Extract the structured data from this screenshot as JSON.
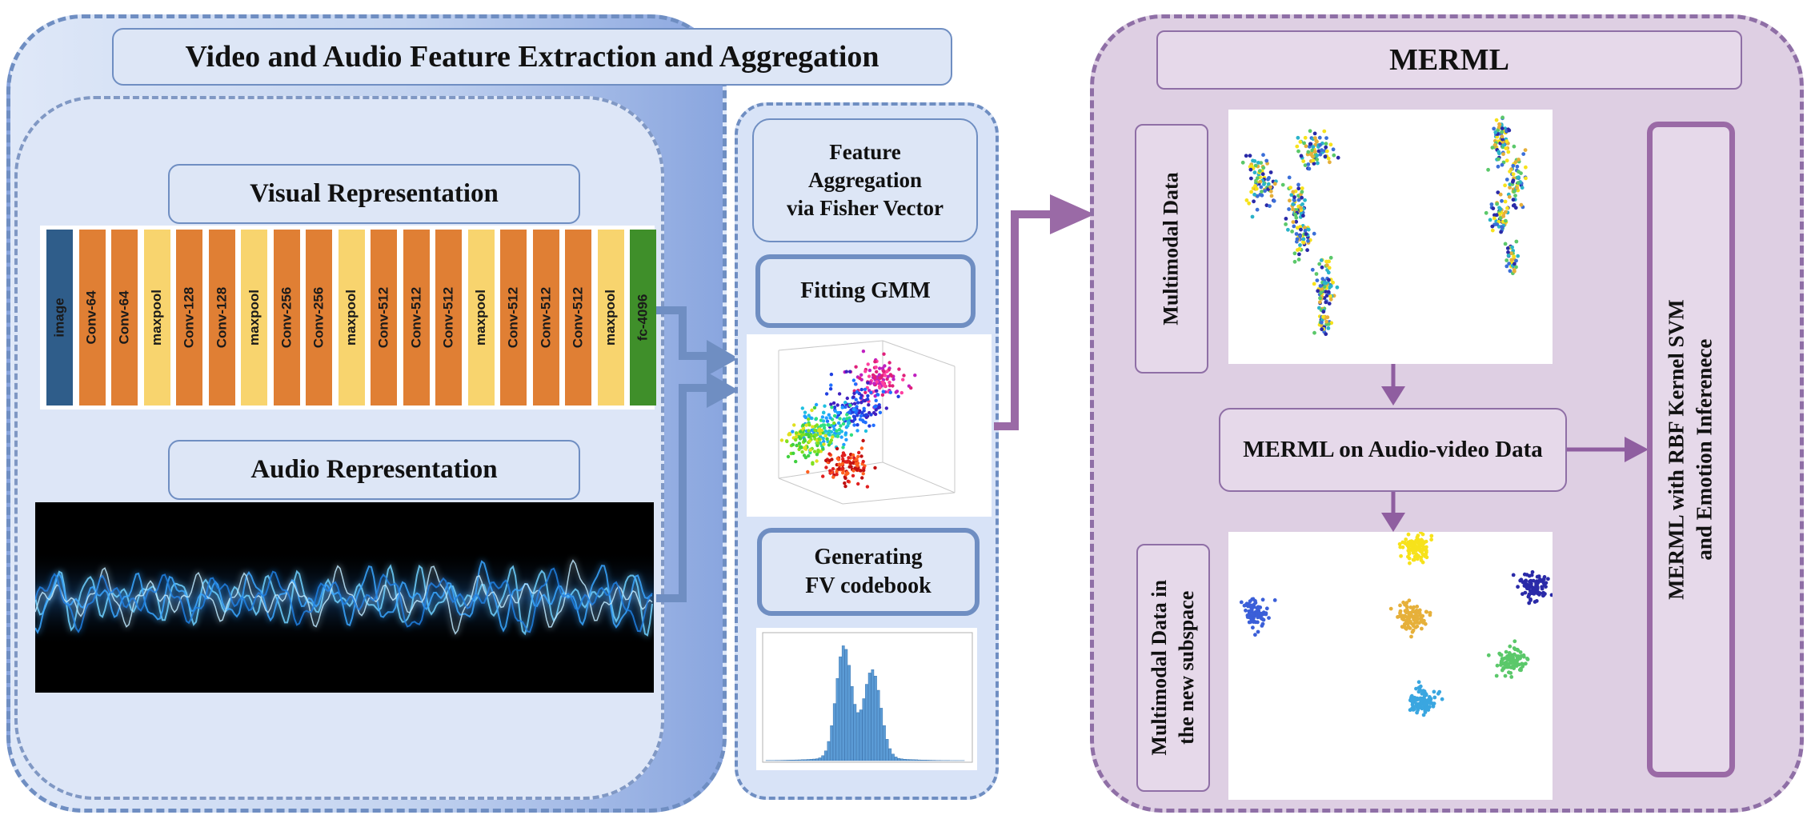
{
  "left_panel": {
    "title": "Video and Audio Feature Extraction and Aggregation",
    "visual": {
      "title": "Visual Representation",
      "layers": [
        "image",
        "Conv-64",
        "Conv-64",
        "maxpool",
        "Conv-128",
        "Conv-128",
        "maxpool",
        "Conv-256",
        "Conv-256",
        "maxpool",
        "Conv-512",
        "Conv-512",
        "Conv-512",
        "maxpool",
        "Conv-512",
        "Conv-512",
        "Conv-512",
        "maxpool",
        "fc-4096"
      ]
    },
    "audio": {
      "title": "Audio Representation"
    },
    "aggregation": {
      "title_line1": "Feature",
      "title_line2": "Aggregation",
      "title_line3": "via Fisher Vector",
      "fitting": "Fitting GMM",
      "generating_line1": "Generating",
      "generating_line2": "FV codebook"
    }
  },
  "right_panel": {
    "title": "MERML",
    "multimodal_data": "Multimodal Data",
    "subspace_line1": "Multimodal Data in",
    "subspace_line2": "the new subspace",
    "merml_box": "MERML on Audio-video Data",
    "svm_line1": "MERML with RBF Kernel SVM",
    "svm_line2": "and Emotion Inferenece"
  },
  "colors": {
    "conv": "#e07f34",
    "maxpool": "#f8d46e",
    "image": "#2f5d8a",
    "fc": "#3f8f2a",
    "left_bg": "#c7d6f1",
    "left_border": "#6f8ec2",
    "right_bg": "#decfe3",
    "right_border": "#8f6fa6"
  }
}
